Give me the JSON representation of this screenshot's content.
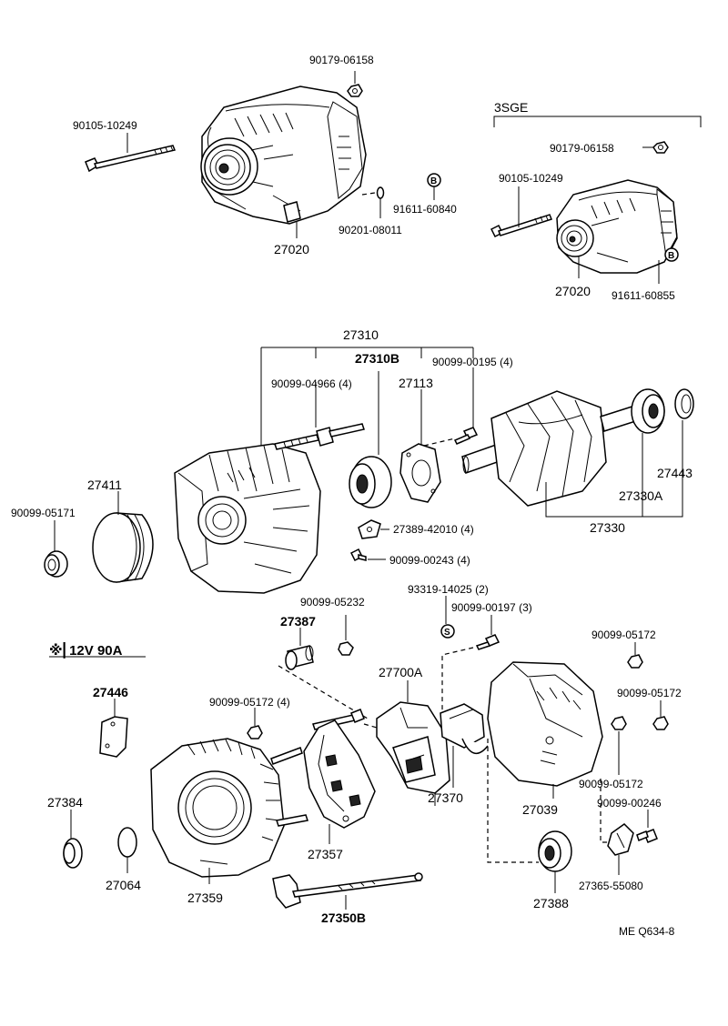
{
  "group_3sge": "3SGE",
  "section_12v": "※⎜12V 90A",
  "footer_code": "ME Q634-8",
  "callouts": {
    "top_nut": "90179-06158",
    "top_bolt": "90105-10249",
    "top_alternator": "27020",
    "top_washer": "90201-08011",
    "top_clip_b": "91611-60840",
    "sg_nut": "90179-06158",
    "sg_bolt": "90105-10249",
    "sg_alternator": "27020",
    "sg_clip_b": "91611-60855",
    "frame_assy": "27310",
    "frame_b": "27310B",
    "stud": "90099-04966 (4)",
    "retainer": "27113",
    "screw_195": "90099-00195 (4)",
    "pulley": "27411",
    "nut_05171": "90099-05171",
    "bearing_27443": "27443",
    "rotor_a": "27330A",
    "rotor": "27330",
    "terminal_42010": "27389-42010 (4)",
    "screw_243": "90099-00243 (4)",
    "insulator": "27387",
    "nut_05232": "90099-05232",
    "screw_14025": "93319-14025 (2)",
    "screw_197": "90099-00197 (3)",
    "nut_05172_a": "90099-05172",
    "regulator": "27700A",
    "nut_05172_b": "90099-05172",
    "bracket": "27446",
    "nut_05172_c": "90099-05172 (4)",
    "seal_27384": "27384",
    "ring_27064": "27064",
    "rear_frame": "27359",
    "rectifier": "27357",
    "lead_wire": "27350B",
    "brush_holder": "27370",
    "rear_cover": "27039",
    "nut_05172_d": "90099-05172",
    "screw_246": "90099-00246",
    "bearing_27388": "27388",
    "cover_55080": "27365-55080"
  },
  "markers": {
    "b": "B",
    "s": "S"
  }
}
